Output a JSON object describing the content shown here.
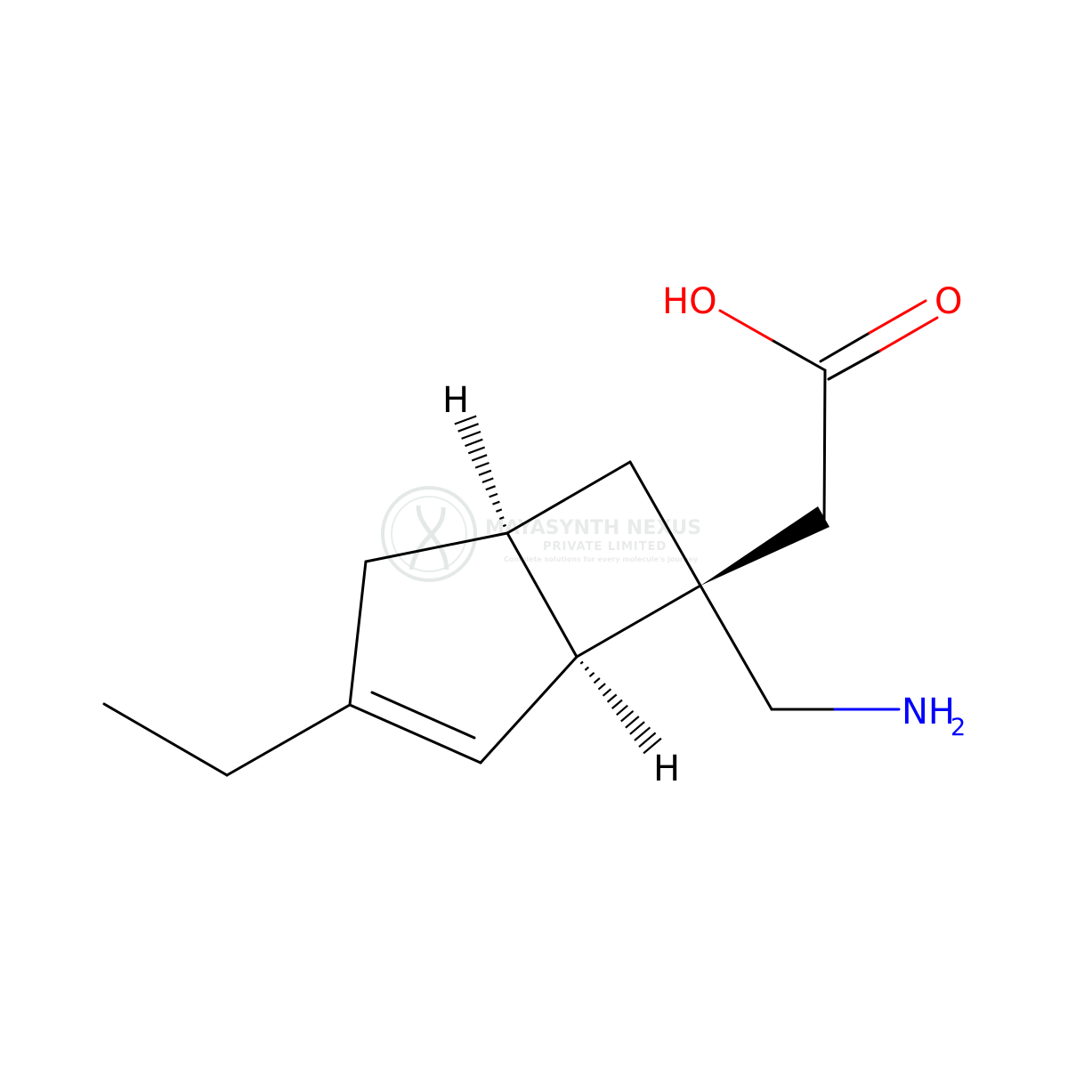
{
  "atoms": {
    "hydroxyl": "HO",
    "carbonyl_oxygen": "O",
    "amine": "NH",
    "amine_subscript": "2",
    "stereo_h_top": "H",
    "stereo_h_bottom": "H"
  },
  "colors": {
    "bond": "#000000",
    "oxygen": "#ff0000",
    "nitrogen": "#0000ff",
    "watermark": "#dfe4e2"
  },
  "watermark": {
    "line1": "MAYASYNTH NEXUS",
    "line2": "PRIVATE LIMITED",
    "line3": "Complete solutions for every molecule's journey"
  }
}
